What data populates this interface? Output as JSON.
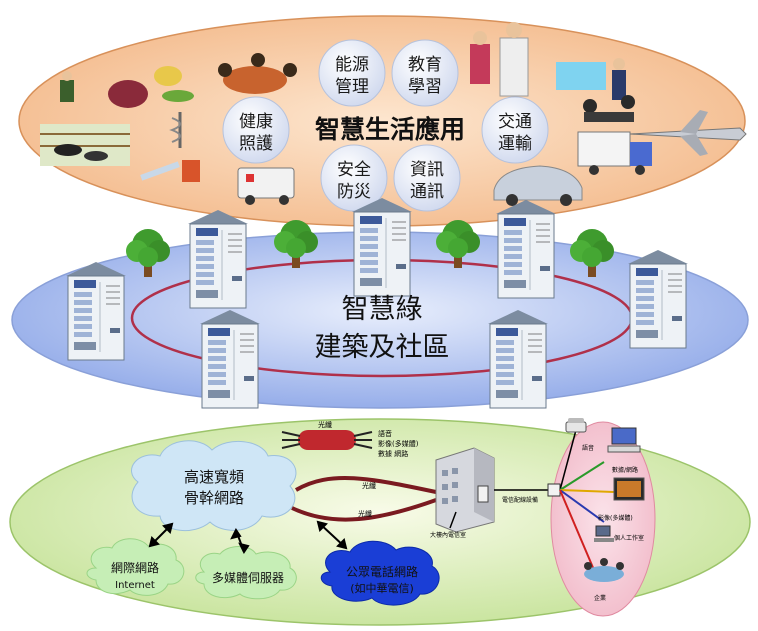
{
  "top": {
    "center_title": "智慧生活應用",
    "bubbles": [
      {
        "id": "energy",
        "line1": "能源",
        "line2": "管理"
      },
      {
        "id": "education",
        "line1": "教育",
        "line2": "學習"
      },
      {
        "id": "health",
        "line1": "健康",
        "line2": "照護"
      },
      {
        "id": "transport",
        "line1": "交通",
        "line2": "運輸"
      },
      {
        "id": "safety",
        "line1": "安全",
        "line2": "防災"
      },
      {
        "id": "info",
        "line1": "資訊",
        "line2": "通訊"
      }
    ]
  },
  "middle": {
    "title_line1": "智慧綠",
    "title_line2": "建築及社區"
  },
  "bottom": {
    "backbone_line1": "高速寬頻",
    "backbone_line2": "骨幹網路",
    "internet_line1": "網際網路",
    "internet_line2": "Internet",
    "media_server": "多媒體伺服器",
    "pstn_line1": "公眾電話網路",
    "pstn_line2": "(如中華電信)",
    "fiber_top": "光纖",
    "fiber_mid": "光纖",
    "fiber_low": "光纖",
    "signal_voice": "語音",
    "signal_video": "影像(多媒體)",
    "signal_data": "數據 網路",
    "telecom_room": "大樓內電信室",
    "distribution": "電信配線設備",
    "device_voice": "語音",
    "device_data": "數據/網路",
    "device_video": "影像(多媒體)",
    "device_personal": "個人工作室",
    "device_business": "企業"
  }
}
